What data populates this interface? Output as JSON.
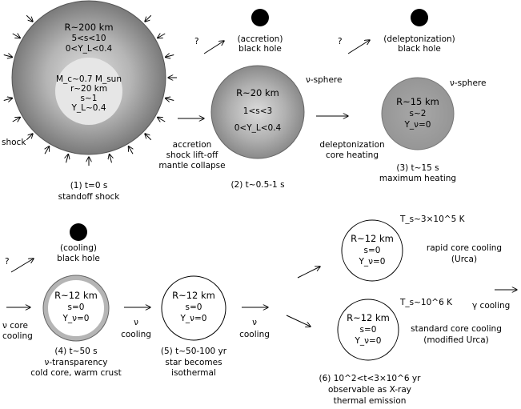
{
  "stage1": {
    "outer": [
      "R~200 km",
      "5<s<10",
      "0<Y_L<0.4"
    ],
    "inner": [
      "M_c~0.7 M_sun",
      "r~20 km",
      "s~1",
      "Y_L~0.4"
    ],
    "shock_label": "shock",
    "caption": [
      "(1)  t=0 s",
      "standoff shock"
    ]
  },
  "transition12": [
    "accretion",
    "shock lift-off",
    "mantle collapse"
  ],
  "stage2": {
    "bh_caption": [
      "(accretion)",
      "black hole"
    ],
    "sphere_label": "ν-sphere",
    "lines": [
      "R~20 km",
      "1<s<3",
      "0<Y_L<0.4"
    ],
    "caption": "(2)  t~0.5-1 s"
  },
  "transition23": [
    "deleptonization",
    "core heating"
  ],
  "stage3": {
    "bh_caption": [
      "(deleptonization)",
      "black hole"
    ],
    "sphere_label": "ν-sphere",
    "lines": [
      "R~15 km",
      "s~2",
      "Y_ν=0"
    ],
    "caption": [
      "(3)  t~15 s",
      "maximum heating"
    ]
  },
  "stage4": {
    "bh_caption": [
      "(cooling)",
      "black hole"
    ],
    "left_label": [
      "ν core",
      "cooling"
    ],
    "lines": [
      "R~12 km",
      "s=0",
      "Y_ν=0"
    ],
    "caption": [
      "(4)  t~50 s",
      "ν-transparency",
      "cold core, warm crust"
    ]
  },
  "transition45": [
    "ν",
    "cooling"
  ],
  "stage5": {
    "lines": [
      "R~12 km",
      "s=0",
      "Y_ν=0"
    ],
    "caption": [
      "(5)  t~50-100 yr",
      "star becomes",
      "isothermal"
    ]
  },
  "transition56": [
    "ν",
    "cooling"
  ],
  "stage6a": {
    "temp": "T_s~3×10^5 K",
    "lines": [
      "R~12 km",
      "s=0",
      "Y_ν=0"
    ],
    "desc": [
      "rapid core cooling",
      "(Urca)"
    ]
  },
  "stage6b": {
    "temp": "T_s~10^6 K",
    "lines": [
      "R~12 km",
      "s=0",
      "Y_ν=0"
    ],
    "desc": [
      "standard core cooling",
      "(modified Urca)"
    ]
  },
  "gamma_label": "γ cooling",
  "stage6_caption": [
    "(6)  10^2<t<3×10^6 yr",
    "observable as X-ray",
    "thermal emission"
  ],
  "question_mark": "?"
}
